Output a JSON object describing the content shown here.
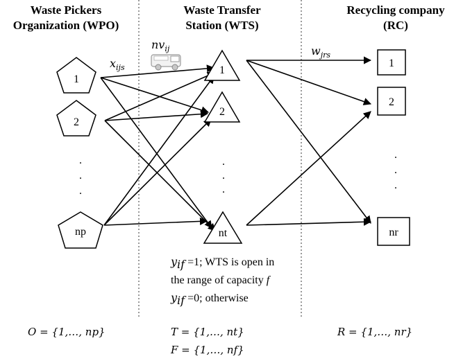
{
  "headers": {
    "wpo": [
      "Waste Pickers",
      "Organization (WPO)"
    ],
    "wts": [
      "Waste Transfer",
      "Station  (WTS)"
    ],
    "rc": [
      "Recycling company",
      "(RC)"
    ]
  },
  "nodes": {
    "wpo": [
      "1",
      "2",
      "np"
    ],
    "wts": [
      "1",
      "2",
      "nt"
    ],
    "rc": [
      "1",
      "2",
      "nr"
    ]
  },
  "dots": ".",
  "variables": {
    "x": "x_ijs",
    "nv": "nv_ij",
    "w": "w_jrs"
  },
  "note_lines": [
    "y_if =1; WTS is open in",
    "the range of capacity f",
    "y_if =0; otherwise"
  ],
  "sets": {
    "O": "O = {1,…, np}",
    "T": "T = {1,…, nt}",
    "F": "F = {1,…, nf}",
    "R": "R = {1,…, nr}"
  },
  "icons": [
    "truck-icon"
  ]
}
